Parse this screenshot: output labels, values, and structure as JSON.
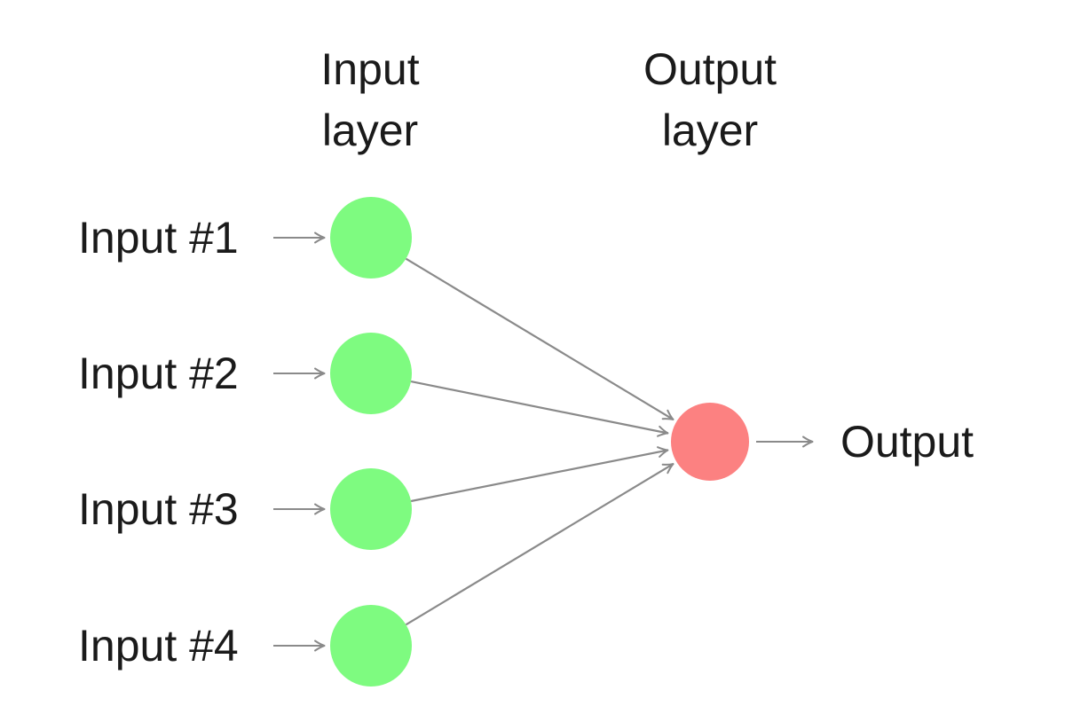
{
  "diagram": {
    "type": "feedforward-neural-network",
    "background": "#ffffff",
    "titles": {
      "input_layer_line1": "Input",
      "input_layer_line2": "layer",
      "output_layer_line1": "Output",
      "output_layer_line2": "layer"
    },
    "input_nodes": [
      {
        "id": "input-1",
        "label": "Input #1"
      },
      {
        "id": "input-2",
        "label": "Input #2"
      },
      {
        "id": "input-3",
        "label": "Input #3"
      },
      {
        "id": "input-4",
        "label": "Input #4"
      }
    ],
    "output_node": {
      "id": "output",
      "label": "Output"
    },
    "edges": [
      {
        "from": "input-1",
        "to": "output"
      },
      {
        "from": "input-2",
        "to": "output"
      },
      {
        "from": "input-3",
        "to": "output"
      },
      {
        "from": "input-4",
        "to": "output"
      }
    ],
    "colors": {
      "input_node_fill": "#7efb80",
      "output_node_fill": "#fc8181",
      "arrow": "#8a8a8a",
      "text": "#1a1a1a"
    }
  }
}
